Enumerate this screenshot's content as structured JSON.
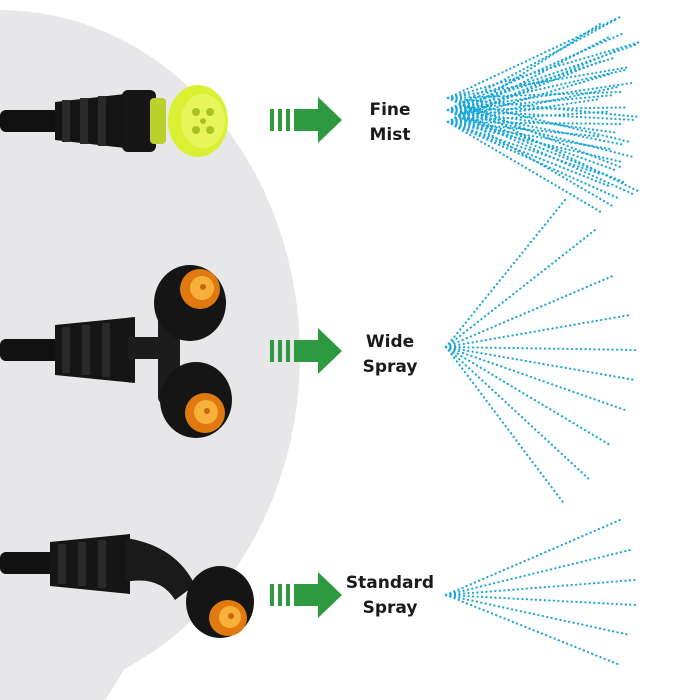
{
  "colors": {
    "background": "#ffffff",
    "disc": "#e7e7e9",
    "arrow": "#2e9a3f",
    "spray": "#1aa7d8",
    "hose": "#111111",
    "fine_cap": "#d9f033",
    "orange_tip": "#f59a1a"
  },
  "rows": [
    {
      "label_line1": "Fine",
      "label_line2": "Mist",
      "nozzle_icon": "fine-mist-nozzle-icon",
      "spray_pattern": "fine-mist"
    },
    {
      "label_line1": "Wide",
      "label_line2": "Spray",
      "nozzle_icon": "double-head-nozzle-icon",
      "spray_pattern": "wide"
    },
    {
      "label_line1": "Standard",
      "label_line2": "Spray",
      "nozzle_icon": "angled-nozzle-icon",
      "spray_pattern": "standard"
    }
  ]
}
